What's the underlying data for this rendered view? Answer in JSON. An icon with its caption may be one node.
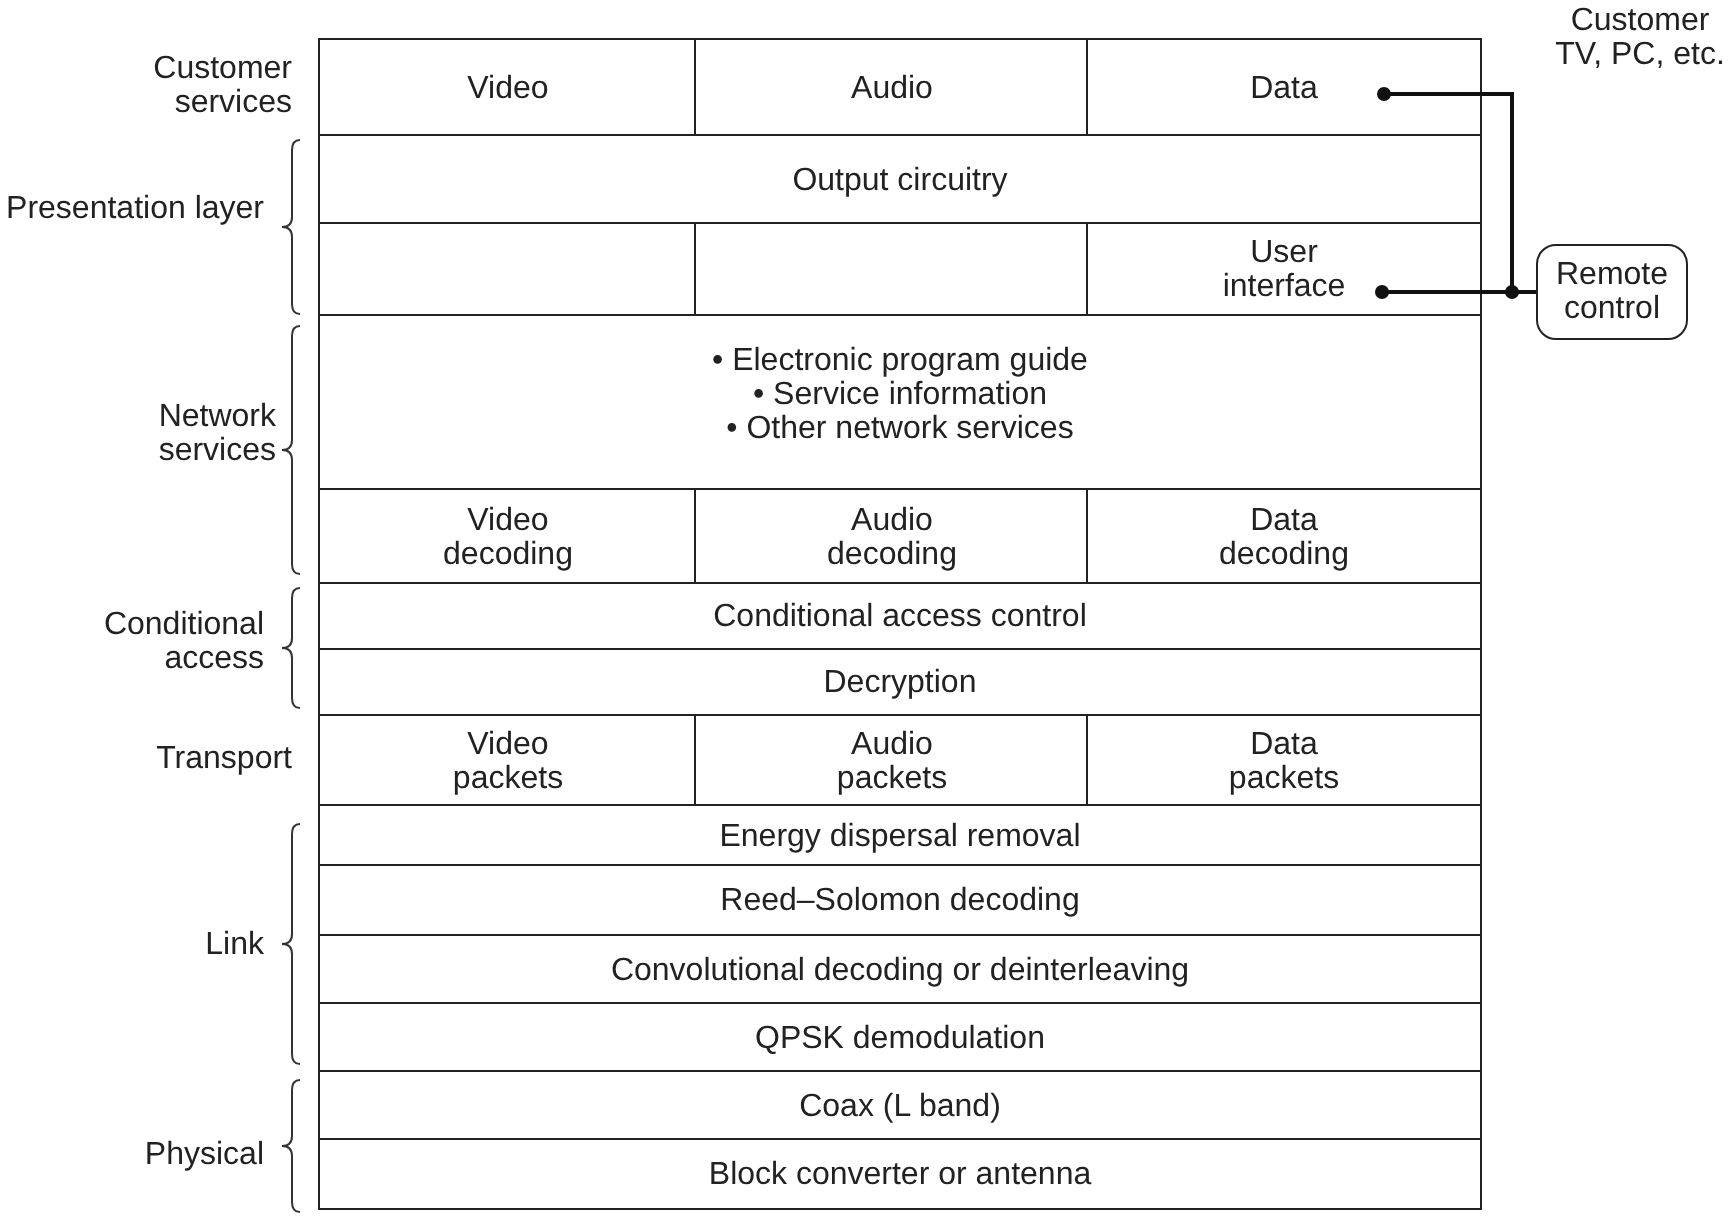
{
  "diagram": {
    "nodes": [
      {
        "text": [
          "Video"
        ]
      },
      {
        "text": [
          "Audio"
        ]
      },
      {
        "text": [
          "Data"
        ]
      },
      {
        "text": [
          "Output circuitry"
        ]
      },
      {
        "text": [],
        "shape": "box"
      },
      {
        "text": [],
        "shape": "box"
      },
      {
        "text": [
          "User interface"
        ]
      },
      {
        "text": [
          "• Electronic program guide",
          "• Service information",
          "• Other network services"
        ]
      },
      {
        "text": [
          "Video decoding"
        ]
      },
      {
        "text": [
          "Audio decoding"
        ]
      },
      {
        "text": [
          "Data decoding"
        ]
      },
      {
        "text": [
          "Conditional access control"
        ]
      },
      {
        "text": [
          "Decryption"
        ]
      },
      {
        "text": [
          "Video packets"
        ]
      },
      {
        "text": [
          "Audio packets"
        ]
      },
      {
        "text": [
          "Data packets"
        ]
      },
      {
        "text": [
          "Energy dispersal removal"
        ]
      },
      {
        "text": [
          "Reed–Solomon decoding"
        ]
      },
      {
        "text": [
          "Convolutional decoding or deinterleaving"
        ]
      },
      {
        "text": [
          "QPSK demodulation"
        ]
      },
      {
        "text": [
          "Coax (L band)"
        ]
      },
      {
        "text": [
          "Block converter or antenna"
        ]
      },
      {
        "text": [
          "Remote control"
        ]
      }
    ],
    "edges": [
      {
        "from": 2,
        "to": 22,
        "arrow": "other"
      },
      {
        "from": 6,
        "to": 22,
        "arrow": "other"
      }
    ],
    "labels": [
      "Customer TV, PC, etc.",
      "Customer services",
      "Presentation layer",
      "Network services",
      "Conditional access",
      "Transport",
      "Link",
      "Physical"
    ]
  }
}
